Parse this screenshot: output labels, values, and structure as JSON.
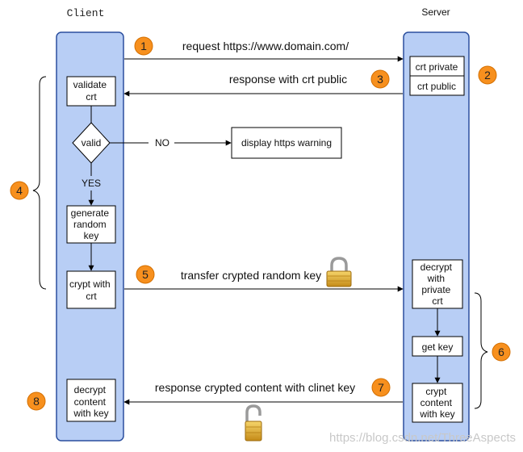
{
  "lanes": {
    "client": "Client",
    "server": "Server"
  },
  "client_boxes": {
    "validate": [
      "validate",
      "crt"
    ],
    "generate": [
      "generate",
      "random",
      "key"
    ],
    "crypt": [
      "crypt with",
      "crt"
    ],
    "decrypt": [
      "decrypt",
      "content",
      "with key"
    ]
  },
  "decision": "valid",
  "warning": "display https warning",
  "server_boxes": {
    "crt_private": "crt private",
    "crt_public": "crt public",
    "decrypt_private": [
      "decrypt",
      "with",
      "private",
      "crt"
    ],
    "get_key": "get key",
    "crypt_content": [
      "crypt",
      "content",
      "with key"
    ]
  },
  "branch_labels": {
    "no": "NO",
    "yes": "YES"
  },
  "messages": {
    "m1": "request https://www.domain.com/",
    "m3": "response with crt public",
    "m5": "transfer crypted random key",
    "m7": "response crypted content with clinet key"
  },
  "steps": [
    "1",
    "2",
    "3",
    "4",
    "5",
    "6",
    "7",
    "8"
  ],
  "watermark": "https://blog.csdn.net/ThreeAspects",
  "colors": {
    "lane_fill": "#b8cef5",
    "lane_stroke": "#2b4f9e",
    "step_fill": "#f7901e",
    "step_stroke": "#d46f00",
    "line": "#000000"
  }
}
